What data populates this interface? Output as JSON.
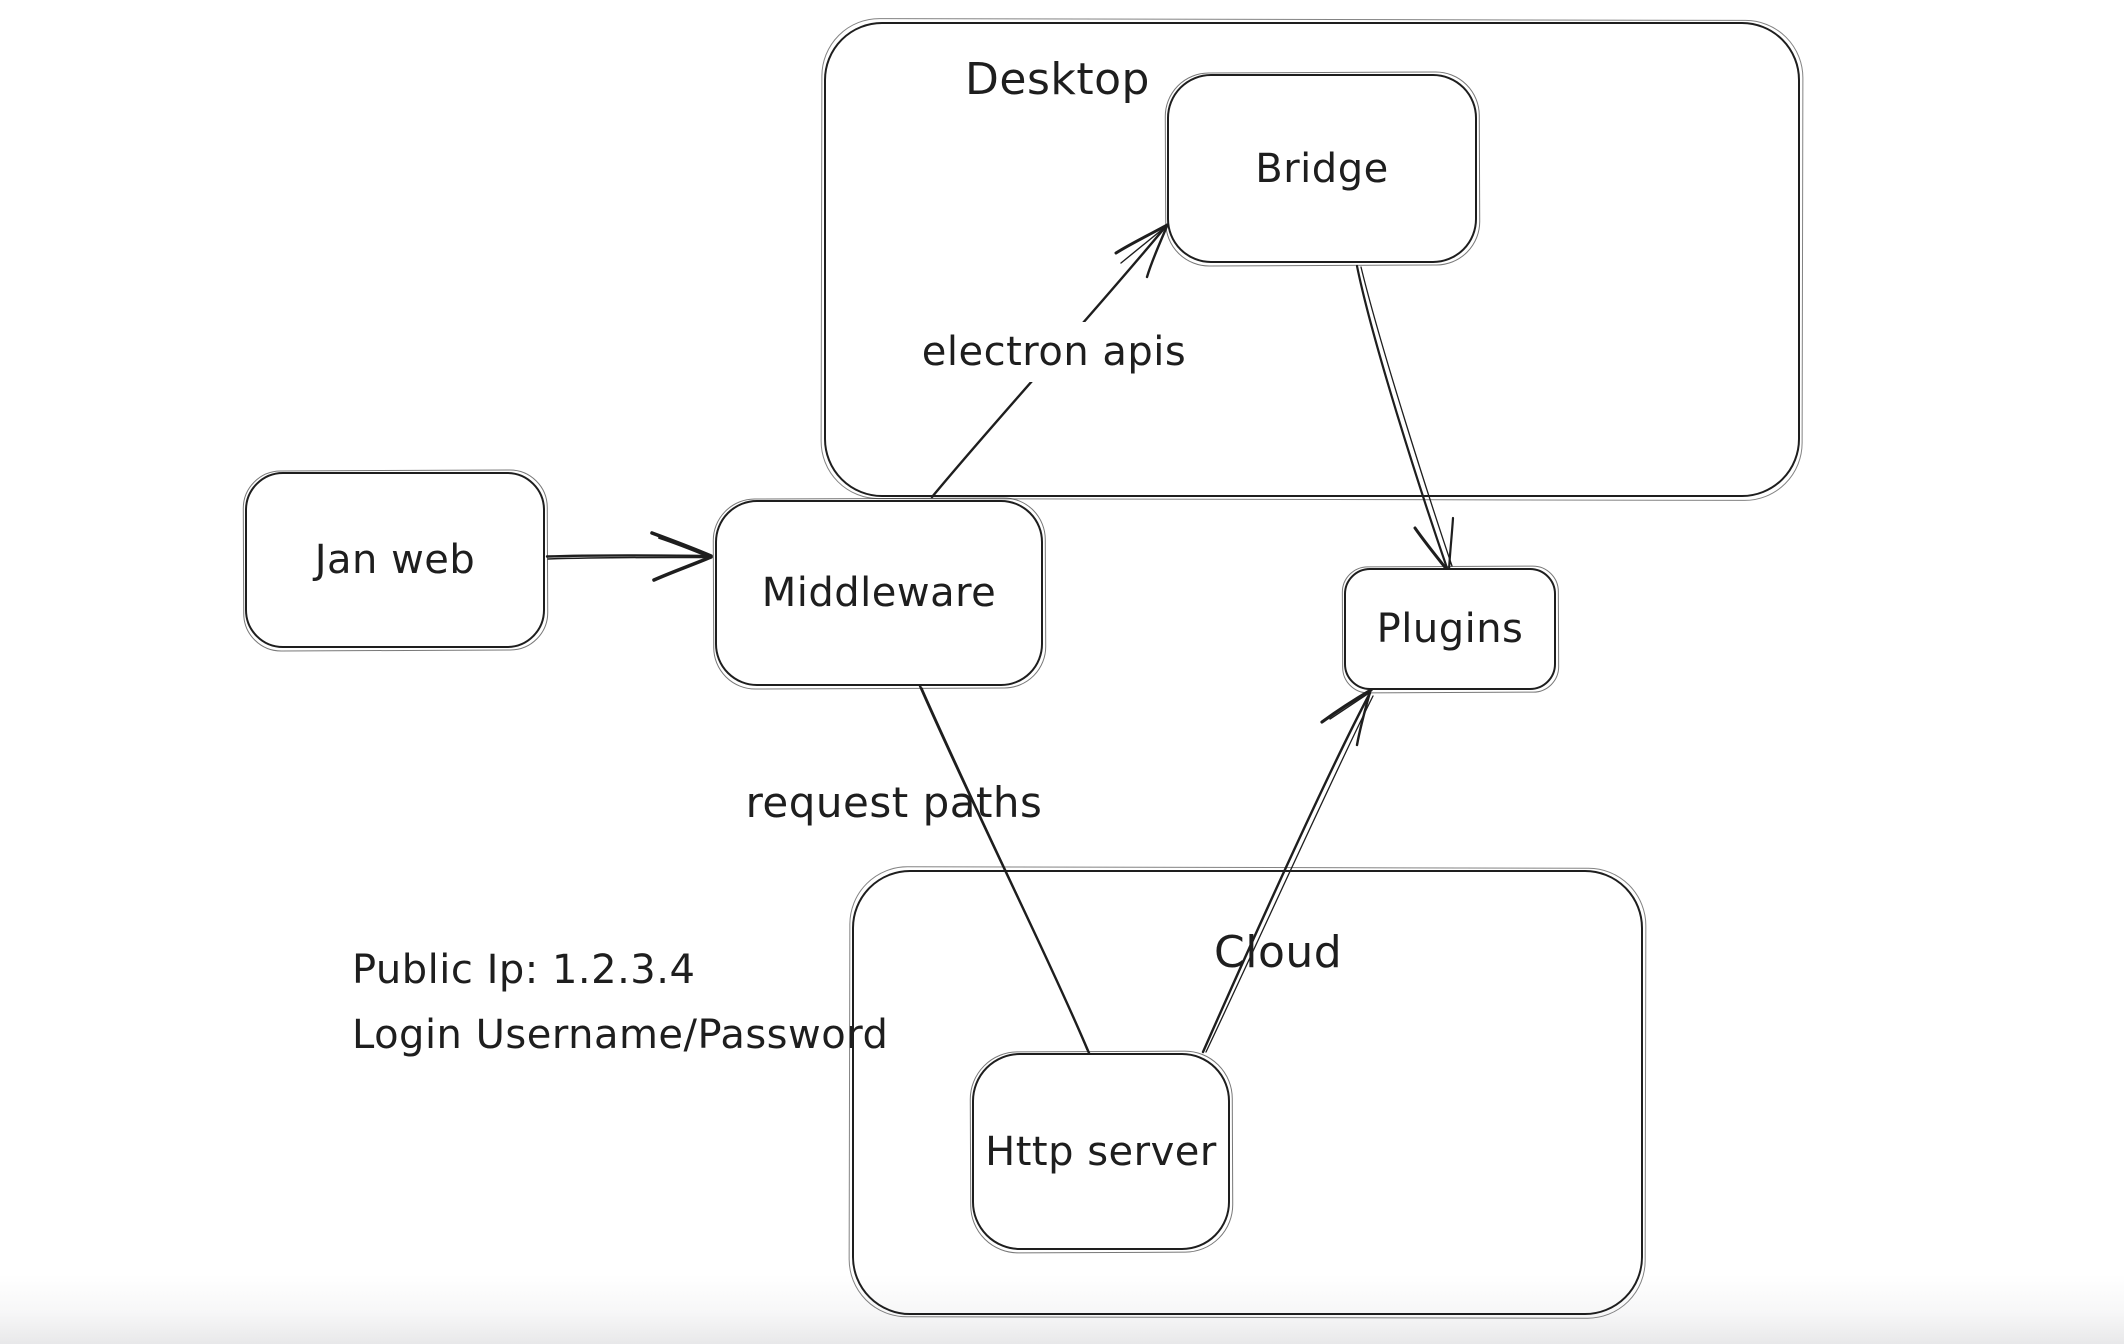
{
  "app": {
    "background_color": "#ffffff",
    "stroke_color": "#1e1e1e"
  },
  "diagram": {
    "containers": [
      {
        "label": "Desktop"
      },
      {
        "label": "Cloud"
      }
    ],
    "nodes": [
      {
        "label": "Jan web"
      },
      {
        "label": "Middleware"
      },
      {
        "label": "Bridge"
      },
      {
        "label": "Plugins"
      },
      {
        "label": "Http server"
      }
    ],
    "edges": [
      {
        "from": "Jan web",
        "to": "Middleware",
        "label": ""
      },
      {
        "from": "Middleware",
        "to": "Bridge",
        "label": "electron apis"
      },
      {
        "from": "Bridge",
        "to": "Plugins",
        "label": ""
      },
      {
        "from": "Middleware",
        "to": "Http server",
        "label": "request paths"
      },
      {
        "from": "Http server",
        "to": "Plugins",
        "label": ""
      }
    ],
    "annotations": {
      "line1": "Public Ip: 1.2.3.4",
      "line2": "Login Username/Password"
    }
  }
}
